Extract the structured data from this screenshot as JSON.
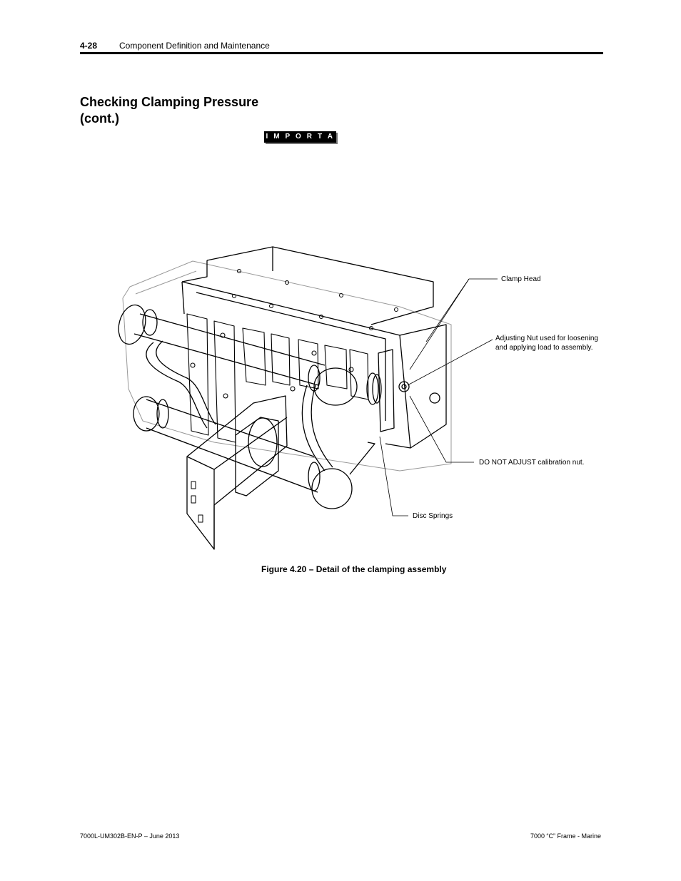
{
  "header": {
    "page_number": "4-28",
    "title": "Component Definition and Maintenance"
  },
  "section": {
    "title": "Checking Clamping Pressure (cont.)"
  },
  "important_badge": "I M P O R T A N T",
  "figure": {
    "callouts": {
      "clamp_head": "Clamp Head",
      "adjusting_nut_line1": "Adjusting Nut used for loosening",
      "adjusting_nut_line2": "and applying load to assembly.",
      "do_not_adjust": "DO NOT ADJUST calibration nut.",
      "disc_springs": "Disc Springs"
    },
    "caption": "Figure 4.20 – Detail of the clamping assembly"
  },
  "footer": {
    "left": "7000L-UM302B-EN-P – June 2013",
    "right": "7000 “C” Frame - Marine"
  }
}
